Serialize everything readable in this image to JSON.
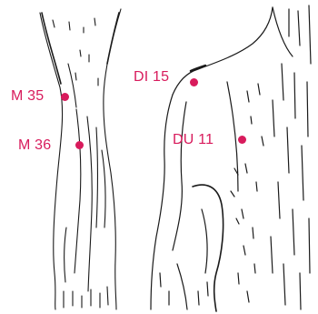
{
  "accent_color": "#d81b5c",
  "line_color": "#1a1a1a",
  "figures": {
    "left": "leg-sketch",
    "right": "shoulder-back-sketch"
  },
  "points": [
    {
      "id": "m35",
      "label": "M 35"
    },
    {
      "id": "m36",
      "label": "M 36"
    },
    {
      "id": "di15",
      "label": "DI 15"
    },
    {
      "id": "du11",
      "label": "DU 11"
    }
  ]
}
